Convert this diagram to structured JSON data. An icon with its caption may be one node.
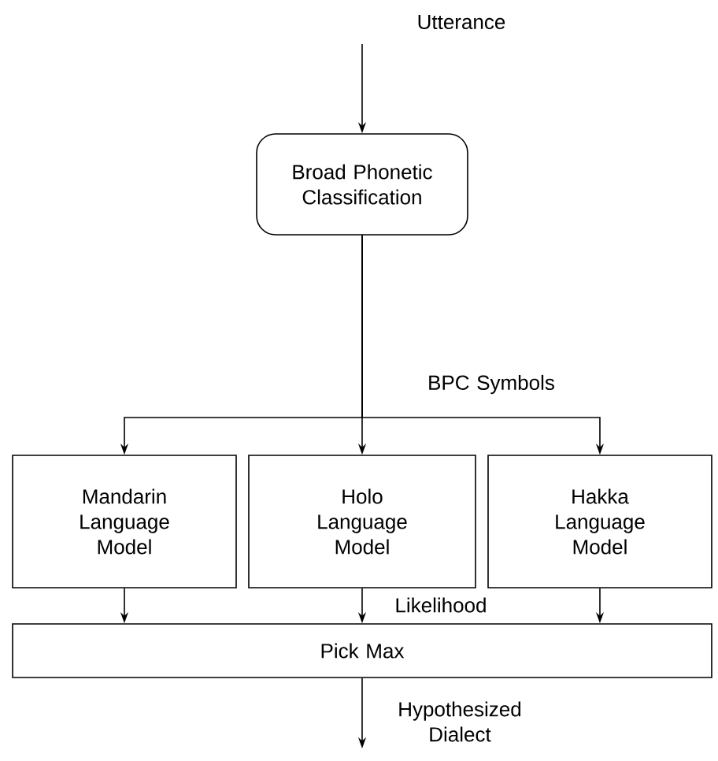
{
  "diagram": {
    "nodes": [
      {
        "text": [
          "Broad Phonetic Classification"
        ]
      },
      {
        "text": [
          "Mandarin Language Model"
        ]
      },
      {
        "text": [
          "Holo Language Model"
        ]
      },
      {
        "text": [
          "Hakka Language Model"
        ]
      },
      {
        "text": [
          "Pick Max"
        ]
      }
    ],
    "edges": [
      {
        "from": null,
        "to": 0,
        "arrow": "to",
        "label": "Utterance"
      },
      {
        "from": 0,
        "to": 1,
        "arrow": "to"
      },
      {
        "from": 0,
        "to": 2,
        "arrow": "to",
        "label": "BPC Symbols"
      },
      {
        "from": 0,
        "to": 3,
        "arrow": "to"
      },
      {
        "from": 1,
        "to": 4,
        "arrow": "to"
      },
      {
        "from": 2,
        "to": 4,
        "arrow": "to",
        "label": "Likelihood"
      },
      {
        "from": 3,
        "to": 4,
        "arrow": "to"
      },
      {
        "from": 4,
        "to": null,
        "arrow": "to",
        "label": "Hypothesized Dialect"
      }
    ]
  }
}
